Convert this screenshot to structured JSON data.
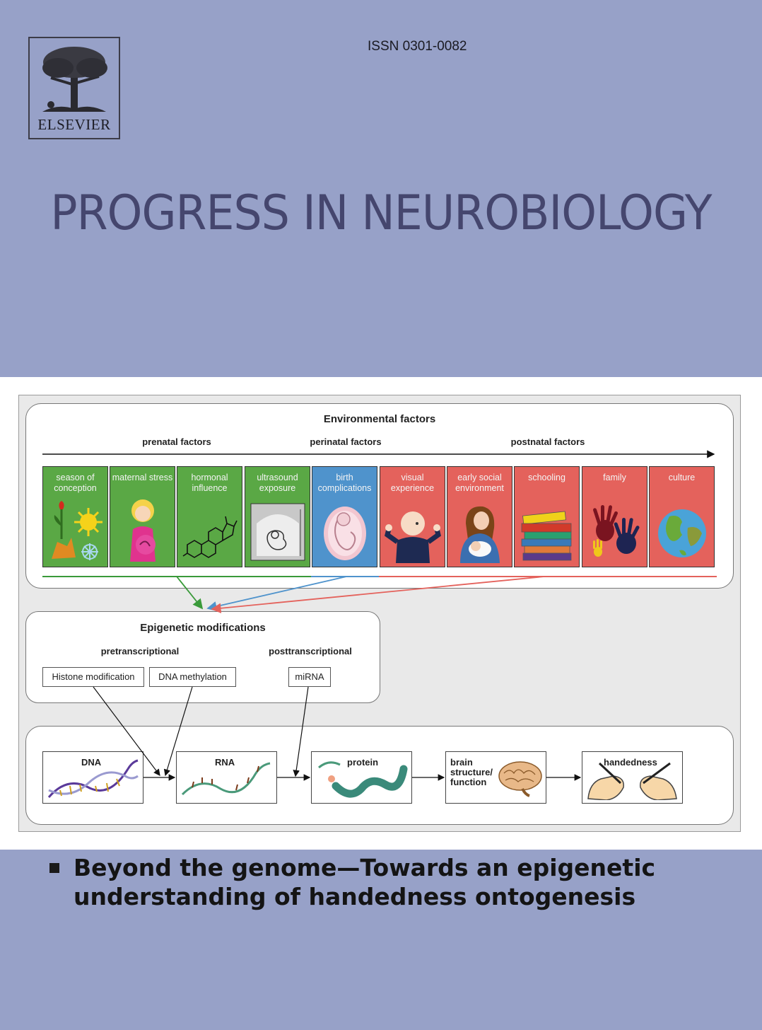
{
  "header": {
    "publisher": "ELSEVIER",
    "issn": "ISSN 0301-0082",
    "journal_title": "PROGRESS IN NEUROBIOLOGY"
  },
  "figure": {
    "environmental": {
      "heading": "Environmental factors",
      "phases": [
        "prenatal factors",
        "perinatal factors",
        "postnatal factors"
      ],
      "factors": [
        {
          "label": "season of conception",
          "color": "#5aa845",
          "icon": "season-icon"
        },
        {
          "label": "maternal stress",
          "color": "#5aa845",
          "icon": "pregnant-woman-icon"
        },
        {
          "label": "hormonal influence",
          "color": "#5aa845",
          "icon": "hormone-molecule-icon"
        },
        {
          "label": "ultrasound exposure",
          "color": "#5aa845",
          "icon": "ultrasound-icon"
        },
        {
          "label": "birth complications",
          "color": "#4f93cc",
          "icon": "fetus-icon"
        },
        {
          "label": "visual experience",
          "color": "#e4625c",
          "icon": "baby-icon"
        },
        {
          "label": "early social environment",
          "color": "#e4625c",
          "icon": "mother-child-icon"
        },
        {
          "label": "schooling",
          "color": "#e4625c",
          "icon": "books-icon"
        },
        {
          "label": "family",
          "color": "#e4625c",
          "icon": "handprints-icon"
        },
        {
          "label": "culture",
          "color": "#e4625c",
          "icon": "globe-icon"
        }
      ]
    },
    "epigenetic": {
      "heading": "Epigenetic modifications",
      "pre_label": "pretranscriptional",
      "post_label": "posttranscriptional",
      "mods": [
        "Histone modification",
        "DNA methylation",
        "miRNA"
      ]
    },
    "flow": {
      "steps": [
        "DNA",
        "RNA",
        "protein",
        "brain structure/ function",
        "handedness"
      ],
      "brain_lines": [
        "brain",
        "structure/",
        "function"
      ]
    }
  },
  "article": {
    "title": "Beyond the genome—Towards an epigenetic understanding of handedness ontogenesis"
  },
  "colors": {
    "cover_background": "#97a1c8",
    "title_color": "#45466e",
    "prenatal": "#5aa845",
    "perinatal": "#4f93cc",
    "postnatal": "#e4625c"
  }
}
